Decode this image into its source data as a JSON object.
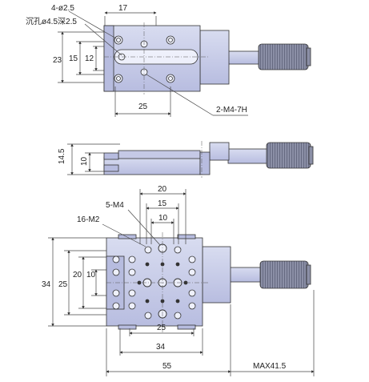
{
  "top_view": {
    "dim_17": "17",
    "dim_23": "23",
    "dim_15": "15",
    "dim_12": "12",
    "dim_25": "25",
    "label_holes": "4-ø2.5",
    "label_counterbore": "沉孔ø4.5深2.5",
    "label_tap": "2-M4-7H"
  },
  "side_view": {
    "dim_14_5": "14.5",
    "dim_10": "10"
  },
  "bottom_view": {
    "dim_20_top": "20",
    "dim_15_top": "15",
    "dim_10_top": "10",
    "label_m4": "5-M4",
    "label_m2": "16-M2",
    "dim_34_left": "34",
    "dim_25_left": "25",
    "dim_20_left": "20",
    "dim_10_left": "10",
    "dim_25_bottom": "25",
    "dim_34_bottom": "34",
    "dim_55": "55",
    "dim_max": "MAX41.5"
  },
  "colors": {
    "body": "#c9cde8",
    "body_dark": "#a9aed3",
    "knob": "#8a8ea8",
    "line": "#333333"
  }
}
